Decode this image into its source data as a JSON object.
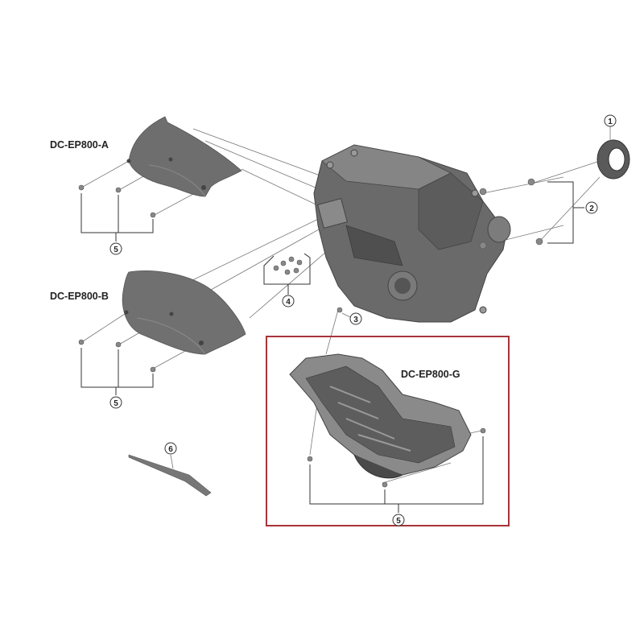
{
  "parts": {
    "cover_a": "DC-EP800-A",
    "cover_b": "DC-EP800-B",
    "cover_g": "DC-EP800-G"
  },
  "callouts": {
    "c1": "1",
    "c2": "2",
    "c3": "3",
    "c4": "4",
    "c5a": "5",
    "c5b": "5",
    "c5g": "5",
    "c6": "6"
  },
  "colors": {
    "highlight_box": "#a8343a",
    "part_gray": "#6e6e6e"
  }
}
